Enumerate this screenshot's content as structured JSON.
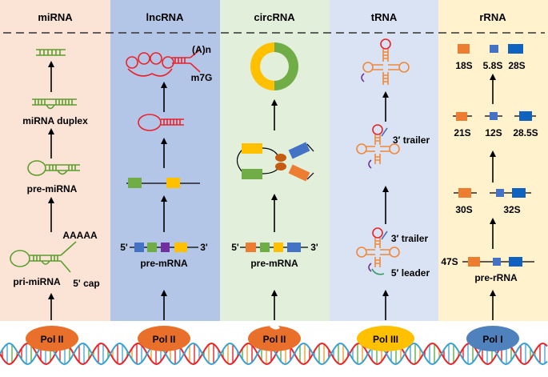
{
  "columns": [
    {
      "title": "miRNA",
      "polymerase": "Pol II",
      "bg": "#fbe3d6",
      "pol_color": "#e8702a"
    },
    {
      "title": "lncRNA",
      "polymerase": "Pol II",
      "bg": "#b4c6e7",
      "pol_color": "#e8702a"
    },
    {
      "title": "circRNA",
      "polymerase": "Pol II",
      "bg": "#e2efda",
      "pol_color": "#e8702a"
    },
    {
      "title": "tRNA",
      "polymerase": "Pol III",
      "bg": "#dae3f3",
      "pol_color": "#ffc000"
    },
    {
      "title": "rRNA",
      "polymerase": "Pol I",
      "bg": "#fff2cc",
      "pol_color": "#4f81bd"
    }
  ],
  "mirna": {
    "duplex": "miRNA duplex",
    "pre": "pre-miRNA",
    "pri": "pri-miRNA",
    "polya": "AAAAA",
    "cap": "5' cap"
  },
  "lncrna": {
    "polya": "(A)n",
    "cap": "m7G",
    "pre_mrna": "pre-mRNA",
    "five": "5'",
    "three": "3'"
  },
  "circrna": {
    "pre_mrna": "pre-mRNA",
    "five": "5'",
    "three": "3'"
  },
  "trna": {
    "trailer_top": "3′ trailer",
    "trailer_bottom": "3′ trailer",
    "leader": "5′ leader"
  },
  "rrna": {
    "s18": "18S",
    "s58": "5.8S",
    "s28": "28S",
    "s21": "21S",
    "s12": "12S",
    "s285": "28.5S",
    "s30": "30S",
    "s32": "32S",
    "s47": "47S",
    "pre": "pre-rRNA"
  },
  "colors": {
    "mirna_green": "#5a9e2e",
    "lnc_red": "#e8242b",
    "trna_orange": "#f0883a",
    "trna_purple": "#7030a0",
    "orange": "#ed7d31",
    "blue": "#4472c4",
    "green": "#70ad47",
    "yellow": "#ffc000",
    "purple": "#7030a0"
  }
}
